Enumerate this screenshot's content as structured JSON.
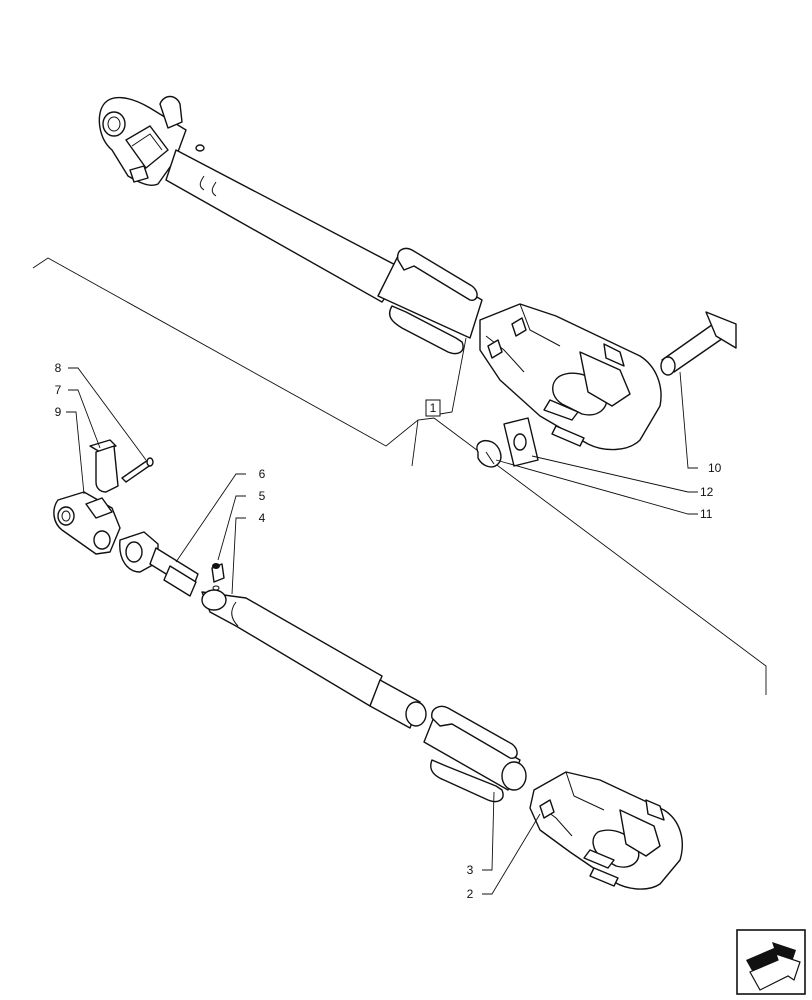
{
  "callouts": [
    {
      "id": "1",
      "text": "1"
    },
    {
      "id": "2",
      "text": "2"
    },
    {
      "id": "3",
      "text": "3"
    },
    {
      "id": "4",
      "text": "4"
    },
    {
      "id": "5",
      "text": "5"
    },
    {
      "id": "6",
      "text": "6"
    },
    {
      "id": "7",
      "text": "7"
    },
    {
      "id": "8",
      "text": "8"
    },
    {
      "id": "9",
      "text": "9"
    },
    {
      "id": "10",
      "text": "10"
    },
    {
      "id": "11",
      "text": "11"
    },
    {
      "id": "12",
      "text": "12"
    }
  ],
  "nav_icon": "next-page-arrow-icon"
}
